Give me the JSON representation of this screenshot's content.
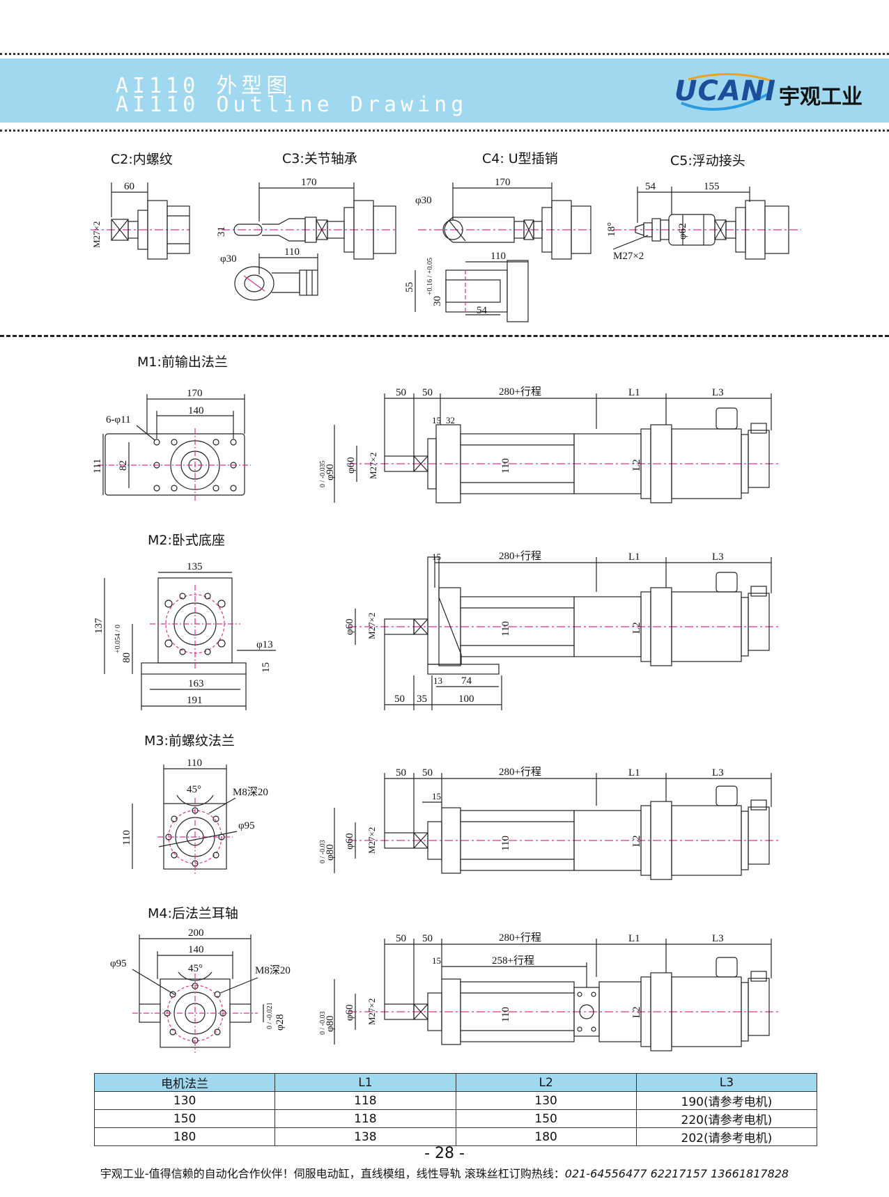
{
  "header": {
    "title_cn": "AI110  外型图",
    "title_en": "AI110  Outline Drawing",
    "logo_word": "UCANI",
    "logo_cn": "宇观工业"
  },
  "sections": {
    "c2": "C2:内螺纹",
    "c3": "C3:关节轴承",
    "c4": "C4: U型插销",
    "c5": "C5:浮动接头",
    "m1": "M1:前输出法兰",
    "m2": "M2:卧式底座",
    "m3": "M3:前螺纹法兰",
    "m4": "M4:后法兰耳轴"
  },
  "dims": {
    "c2": {
      "d60": "60",
      "m27": "M27×2"
    },
    "c3": {
      "d170": "170",
      "d31": "31",
      "d110": "110",
      "phi30": "φ30"
    },
    "c4": {
      "d170": "170",
      "phi30": "φ30",
      "d110": "110",
      "d55": "55",
      "d30": "30",
      "tol": "+0.16 / +0.05",
      "d54": "54"
    },
    "c5": {
      "d54": "54",
      "d155": "155",
      "d18": "18°",
      "phi62": "φ62",
      "m27": "M27×2"
    },
    "m1": {
      "d170": "170",
      "holes": "6-φ11",
      "d140": "140",
      "d111": "111",
      "d82": "82",
      "d50a": "50",
      "d50b": "50",
      "stroke": "280+行程",
      "l1": "L1",
      "l3": "L3",
      "d15": "15",
      "d32": "32",
      "phi90": "φ90",
      "tol90": "0 / -0.035",
      "phi60": "φ60",
      "m27": "M27×2",
      "d110": "110",
      "l2": "L2"
    },
    "m2": {
      "d135": "135",
      "d137": "137",
      "d80": "80",
      "tol80": "+0.054 / 0",
      "phi13": "φ13",
      "d15v": "15",
      "d163": "163",
      "d191": "191",
      "d15": "15",
      "stroke": "280+行程",
      "l1": "L1",
      "l3": "L3",
      "phi60": "φ60",
      "m27": "M27×2",
      "d110": "110",
      "l2": "L2",
      "d13": "13",
      "d74": "74",
      "d50": "50",
      "d35": "35",
      "d100": "100"
    },
    "m3": {
      "d110": "110",
      "d45": "45°",
      "m8": "M8深20",
      "phi95": "φ95",
      "d110v": "110",
      "d50a": "50",
      "d50b": "50",
      "stroke": "280+行程",
      "l1": "L1",
      "l3": "L3",
      "d15": "15",
      "phi80": "φ80",
      "tol80": "0 / -0.03",
      "phi60": "φ60",
      "m27": "M27×2",
      "d110m": "110",
      "l2": "L2"
    },
    "m4": {
      "d200": "200",
      "phi95": "φ95",
      "d140": "140",
      "d45": "45°",
      "m8": "M8深20",
      "phi28": "φ28",
      "tol28": "0 / -0.021",
      "d50a": "50",
      "d50b": "50",
      "stroke": "280+行程",
      "l1": "L1",
      "l3": "L3",
      "d15": "15",
      "stroke2": "258+行程",
      "phi80": "φ80",
      "tol80": "0 / -0.03",
      "phi60": "φ60",
      "m27": "M27×2",
      "d110": "110",
      "l2": "L2"
    }
  },
  "table": {
    "headers": [
      "电机法兰",
      "L1",
      "L2",
      "L3"
    ],
    "rows": [
      [
        "130",
        "118",
        "130",
        "190(请参考电机)"
      ],
      [
        "150",
        "118",
        "150",
        "220(请参考电机)"
      ],
      [
        "180",
        "138",
        "180",
        "202(请参考电机)"
      ]
    ]
  },
  "page_number": "- 28 -",
  "footer": {
    "text": "宇观工业-值得信赖的自动化合作伙伴！伺服电动缸，直线模组，线性导轨 滚珠丝杠订购热线：",
    "phones": "021-64556477  62217157 13661817828"
  },
  "colors": {
    "banner": "#9fd8ef",
    "centerline": "#e0308a",
    "line": "#222222",
    "brand": "#1a4f9c"
  }
}
